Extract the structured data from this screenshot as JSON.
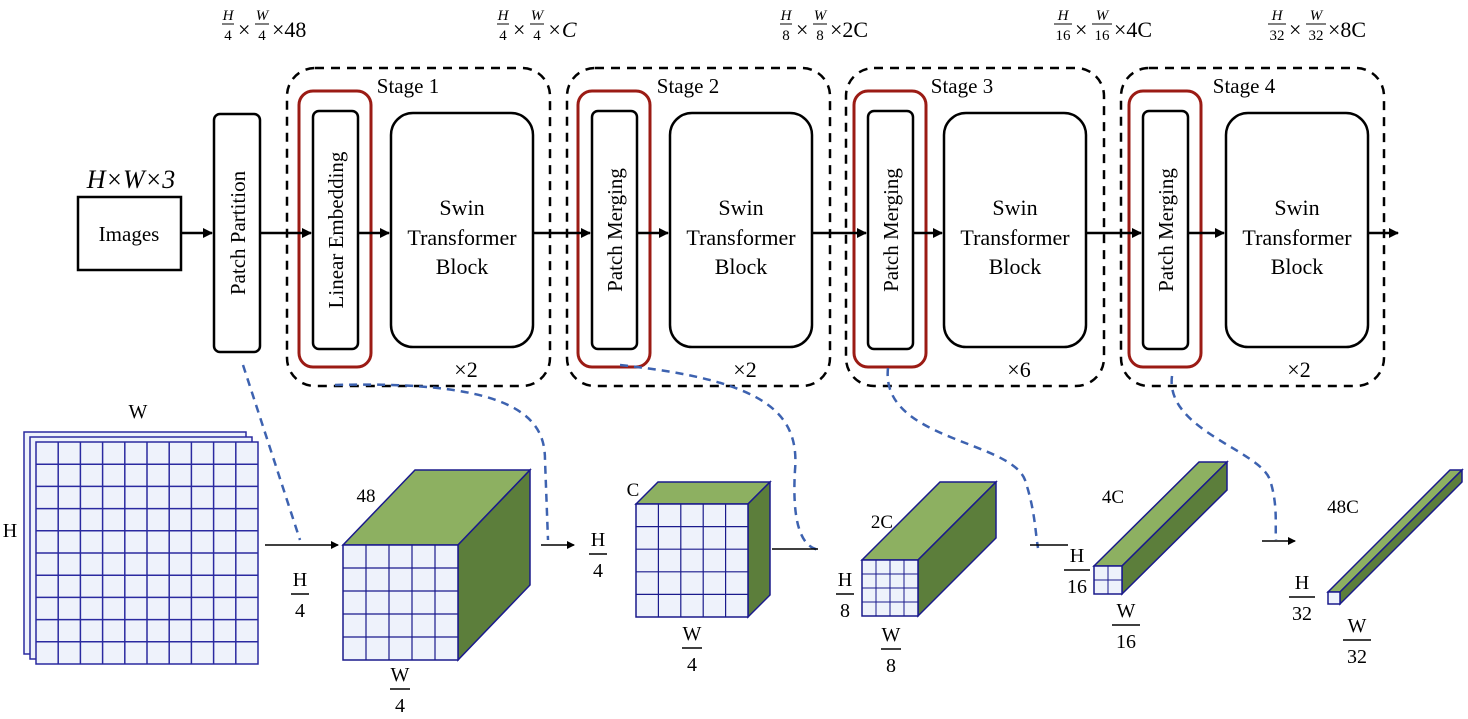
{
  "input": {
    "dims": "H×W×3",
    "label": "Images"
  },
  "partition": {
    "label": "Patch Partition"
  },
  "dims_top": [
    {
      "num1": "H",
      "den1": "4",
      "num2": "W",
      "den2": "4",
      "tail": "×48"
    },
    {
      "num1": "H",
      "den1": "4",
      "num2": "W",
      "den2": "4",
      "tail": "×C"
    },
    {
      "num1": "H",
      "den1": "8",
      "num2": "W",
      "den2": "8",
      "tail": "×2C"
    },
    {
      "num1": "H",
      "den1": "16",
      "num2": "W",
      "den2": "16",
      "tail": "×4C"
    },
    {
      "num1": "H",
      "den1": "32",
      "num2": "W",
      "den2": "32",
      "tail": "×8C"
    }
  ],
  "times_sign": "×",
  "stages": [
    {
      "title": "Stage 1",
      "first_block": "Linear Embedding",
      "block_line1": "Swin",
      "block_line2": "Transformer",
      "block_line3": "Block",
      "repeat": "×2"
    },
    {
      "title": "Stage 2",
      "first_block": "Patch Merging",
      "block_line1": "Swin",
      "block_line2": "Transformer",
      "block_line3": "Block",
      "repeat": "×2"
    },
    {
      "title": "Stage 3",
      "first_block": "Patch Merging",
      "block_line1": "Swin",
      "block_line2": "Transformer",
      "block_line3": "Block",
      "repeat": "×6"
    },
    {
      "title": "Stage 4",
      "first_block": "Patch Merging",
      "block_line1": "Swin",
      "block_line2": "Transformer",
      "block_line3": "Block",
      "repeat": "×2"
    }
  ],
  "tensors": {
    "image": {
      "w_label": "W",
      "h_label": "H"
    },
    "t1": {
      "depth_label": "48",
      "h_num": "H",
      "h_den": "4",
      "w_num": "W",
      "w_den": "4"
    },
    "t2": {
      "depth_label": "C",
      "h_num": "H",
      "h_den": "4",
      "w_num": "W",
      "w_den": "4"
    },
    "t3": {
      "depth_label": "2C",
      "h_num": "H",
      "h_den": "8",
      "w_num": "W",
      "w_den": "8"
    },
    "t4": {
      "depth_label": "4C",
      "h_num": "H",
      "h_den": "16",
      "w_num": "W",
      "w_den": "16"
    },
    "t5": {
      "depth_label": "48C",
      "h_num": "H",
      "h_den": "32",
      "w_num": "W",
      "w_den": "32"
    }
  },
  "colors": {
    "accent_red": "#9b1b14",
    "dashed_blue": "#3d62b0",
    "grid_face": "#eef2fb",
    "grid_line": "#2a2aa0",
    "green_top": "#8db061",
    "green_side": "#5c7e3b"
  }
}
